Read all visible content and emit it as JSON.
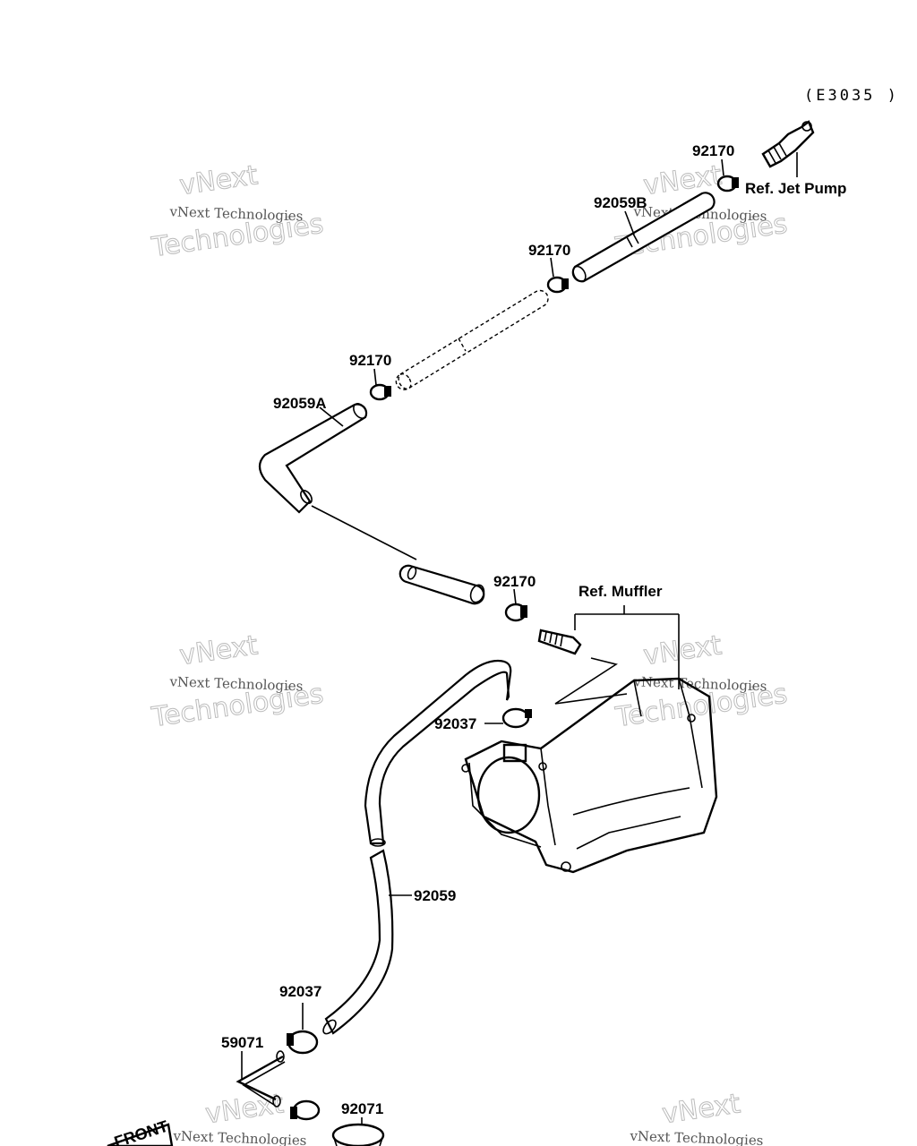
{
  "diagram_code": "(E3035 )",
  "labels": {
    "p92170_top": "92170",
    "ref_jet_pump": "Ref. Jet Pump",
    "p92059b": "92059B",
    "p92170_mid": "92170",
    "p92170_left": "92170",
    "p92059a": "92059A",
    "p92170_lower": "92170",
    "ref_muffler": "Ref. Muffler",
    "p92037_upper": "92037",
    "p92059": "92059",
    "p92037_lower": "92037",
    "p59071": "59071",
    "p92071": "92071",
    "front_tag": "FRONT"
  },
  "watermark": {
    "small": "vNext Technologies",
    "big_line1": "vNext",
    "big_line2": "Technologies"
  }
}
